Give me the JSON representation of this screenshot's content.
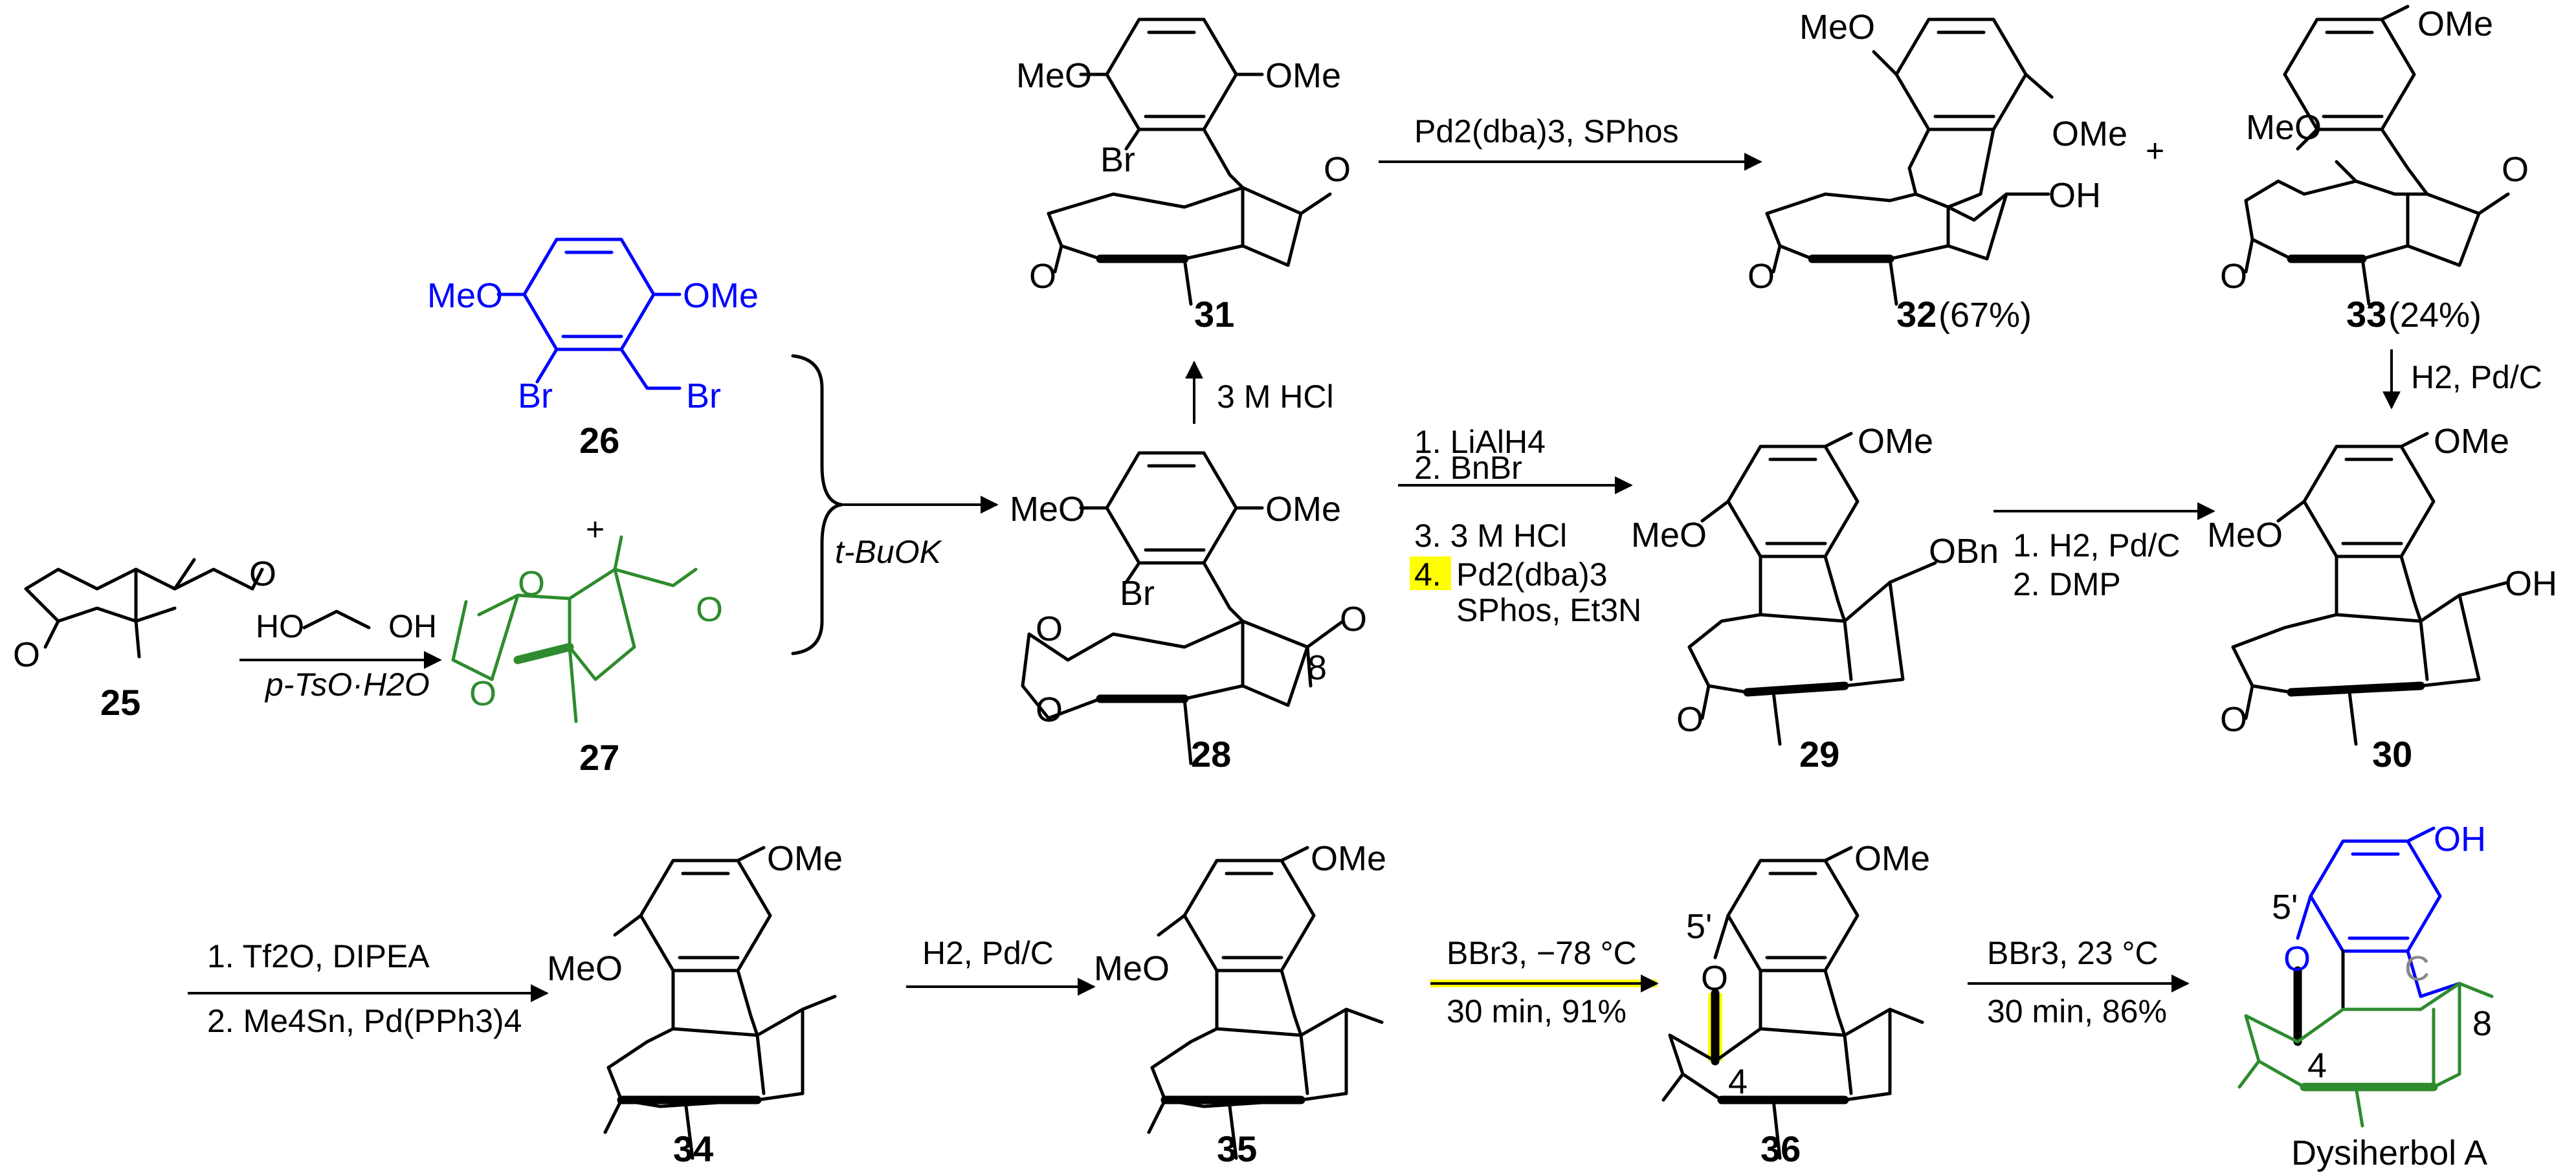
{
  "compounds": {
    "c25": "25",
    "c26": "26",
    "c27": "27",
    "c28": "28",
    "c29": "29",
    "c30": "30",
    "c31": "31",
    "c32": "32",
    "c32_yield": "(67%)",
    "c33": "33",
    "c33_yield": "(24%)",
    "c34": "34",
    "c35": "35",
    "c36": "36",
    "dysiherbol": "Dysiherbol A"
  },
  "conditions": {
    "r1_top": "HO",
    "r1_top2": "OH",
    "r1_bottom": "p-TsO·H2O",
    "plus": "+",
    "r2": "t-BuOK",
    "r3": "3 M HCl",
    "r4_1": "1. LiAlH4",
    "r4_2": "2. BnBr",
    "r4_3": "3. 3 M HCl",
    "r4_4num": "4.",
    "r4_4": "Pd2(dba)3",
    "r4_5": "SPhos, Et3N",
    "r5": "Pd2(dba)3, SPhos",
    "r6": "H2, Pd/C",
    "r7_1": "1. H2, Pd/C",
    "r7_2": "2. DMP",
    "r8_1": "1. Tf2O, DIPEA",
    "r8_2": "2. Me4Sn, Pd(PPh3)4",
    "r9": "H2, Pd/C",
    "r10_1": "BBr3, −78 °C",
    "r10_2": "30 min, 91%",
    "r11_1": "BBr3, 23 °C",
    "r11_2": "30 min, 86%"
  },
  "atoms": {
    "MeO": "MeO",
    "OMe": "OMe",
    "Br": "Br",
    "O": "O",
    "OH": "OH",
    "OBn": "OBn",
    "n8": "8",
    "n4": "4",
    "n5p": "5'",
    "ringC": "C"
  },
  "colors": {
    "blue": "#0000ff",
    "green": "#2e8b2e",
    "highlight": "#ffff00"
  }
}
